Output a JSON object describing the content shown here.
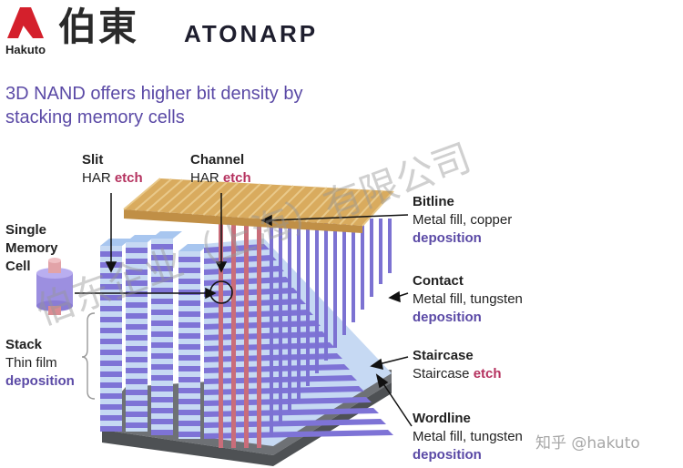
{
  "header": {
    "hakuto_logo_text": "Hakuto",
    "kanji_logo": "伯東",
    "atonarp_logo": "ATONARP"
  },
  "headline": {
    "line1": "3D NAND offers higher bit density by",
    "line2": "stacking memory cells"
  },
  "labels": {
    "slit": {
      "title": "Slit",
      "prefix": "HAR ",
      "process": "etch"
    },
    "channel": {
      "title": "Channel",
      "prefix": "HAR ",
      "process": "etch"
    },
    "single_memory_cell": {
      "line1": "Single",
      "line2": "Memory",
      "line3": "Cell"
    },
    "stack": {
      "title": "Stack",
      "detail": "Thin film",
      "process": "deposition"
    },
    "bitline": {
      "title": "Bitline",
      "detail": "Metal fill, copper",
      "process": "deposition"
    },
    "contact": {
      "title": "Contact",
      "detail": "Metal fill, tungsten",
      "process": "deposition"
    },
    "staircase": {
      "title": "Staircase",
      "prefix": "Staircase ",
      "process": "etch"
    },
    "wordline": {
      "title": "Wordline",
      "detail": "Metal fill, tungsten",
      "process": "deposition"
    }
  },
  "watermarks": {
    "company": "伯东企业（上海）有限公司",
    "zhihu": "知乎 @hakuto"
  },
  "colors": {
    "headline": "#5b4aa6",
    "etch": "#b5325f",
    "deposition": "#5b4aa6",
    "stack_purple": "#7e73d6",
    "stack_light": "#c6d9f3",
    "bitline_gold": "#d9ab5e",
    "channel_red": "#c96d7a",
    "base_gray": "#5f6266"
  }
}
